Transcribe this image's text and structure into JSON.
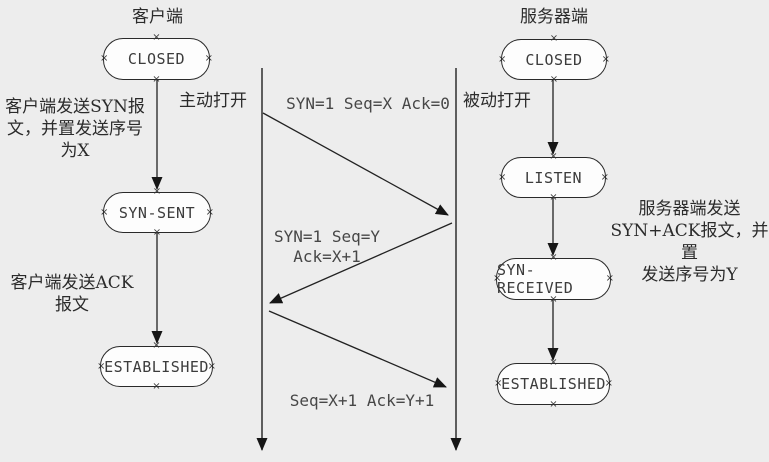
{
  "diagram": {
    "bg_color": "#ededed",
    "line_color": "#1f1f1f",
    "client": {
      "title": "客户端",
      "states": [
        {
          "label": "CLOSED"
        },
        {
          "label": "SYN-SENT"
        },
        {
          "label": "ESTABLISHED"
        }
      ],
      "annotations": {
        "open": "主动打开",
        "syn_note": "客户端发送SYN报\n文，并置发送序号\n为X",
        "ack_note": "客户端发送ACK\n报文"
      }
    },
    "server": {
      "title": "服务器端",
      "states": [
        {
          "label": "CLOSED"
        },
        {
          "label": "LISTEN"
        },
        {
          "label": "SYN-RECEIVED"
        },
        {
          "label": "ESTABLISHED"
        }
      ],
      "annotations": {
        "open": "被动打开",
        "synack_note": "服务器端发送\nSYN+ACK报文，并置\n发送序号为Y"
      }
    },
    "messages": [
      {
        "label": "SYN=1 Seq=X Ack=0"
      },
      {
        "label": "SYN=1 Seq=Y\nAck=X+1"
      },
      {
        "label": "Seq=X+1 Ack=Y+1"
      }
    ],
    "icons": {
      "anchor_mark": "×"
    }
  }
}
